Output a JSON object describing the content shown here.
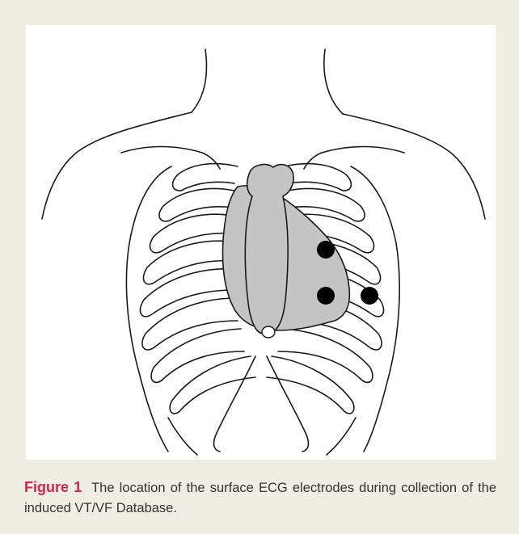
{
  "figure": {
    "label": "Figure",
    "number": "1",
    "caption": "The location of the surface ECG electrodes during collection of the induced VT/VF Database."
  },
  "colors": {
    "panel_background": "#eeeee2",
    "label_accent": "#d8234f",
    "heart_fill": "#c4c4c4",
    "electrode": "#000000"
  },
  "illustration": {
    "subject": "thorax-rib-cage-with-heart",
    "electrode_count": 3
  }
}
